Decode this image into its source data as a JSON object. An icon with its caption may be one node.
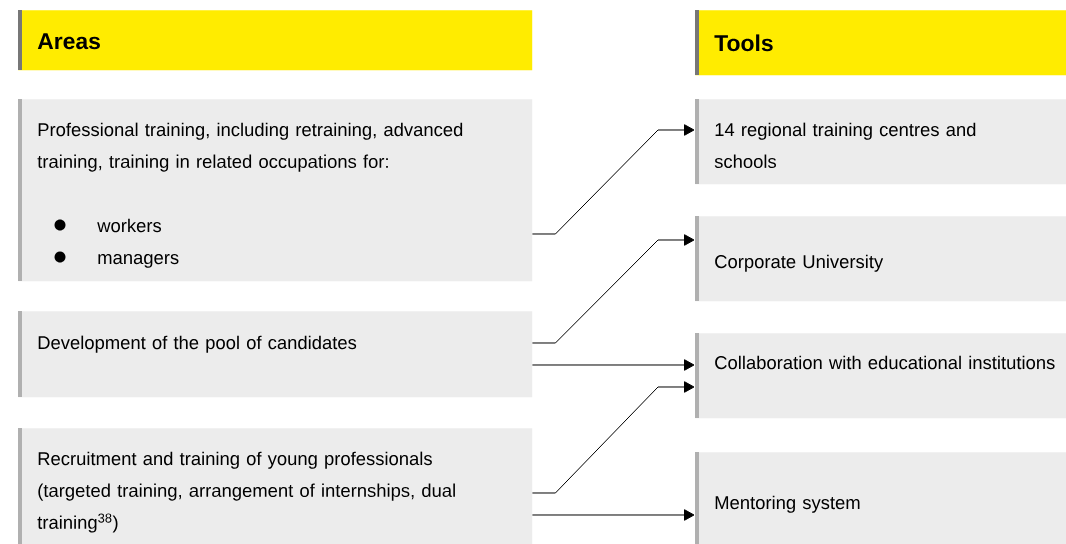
{
  "diagram": {
    "nodes": [
      {
        "text": [
          "Areas"
        ]
      },
      {
        "text": [
          "Tools"
        ]
      },
      {
        "text": [
          "Professional training, including retraining, advanced training, training in related occupations for:",
          "workers",
          "managers"
        ]
      },
      {
        "text": [
          "Development of the pool of candidates"
        ]
      },
      {
        "text": [
          "Recruitment and training of young professionals (targeted training, arrangement of internships, dual training$^{38}$)"
        ]
      },
      {
        "text": [
          "14 regional training centres and schools"
        ]
      },
      {
        "text": [
          "Corporate University"
        ]
      },
      {
        "text": [
          "Collaboration with educational institutions"
        ]
      },
      {
        "text": [
          "Mentoring system"
        ]
      }
    ],
    "edges": [
      {
        "from": 2,
        "to": 5,
        "arrow": "to"
      },
      {
        "from": 3,
        "to": 6,
        "arrow": "to"
      },
      {
        "from": 3,
        "to": 7,
        "arrow": "to"
      },
      {
        "from": 4,
        "to": 7,
        "arrow": "to"
      },
      {
        "from": 4,
        "to": 8,
        "arrow": "to"
      }
    ]
  }
}
